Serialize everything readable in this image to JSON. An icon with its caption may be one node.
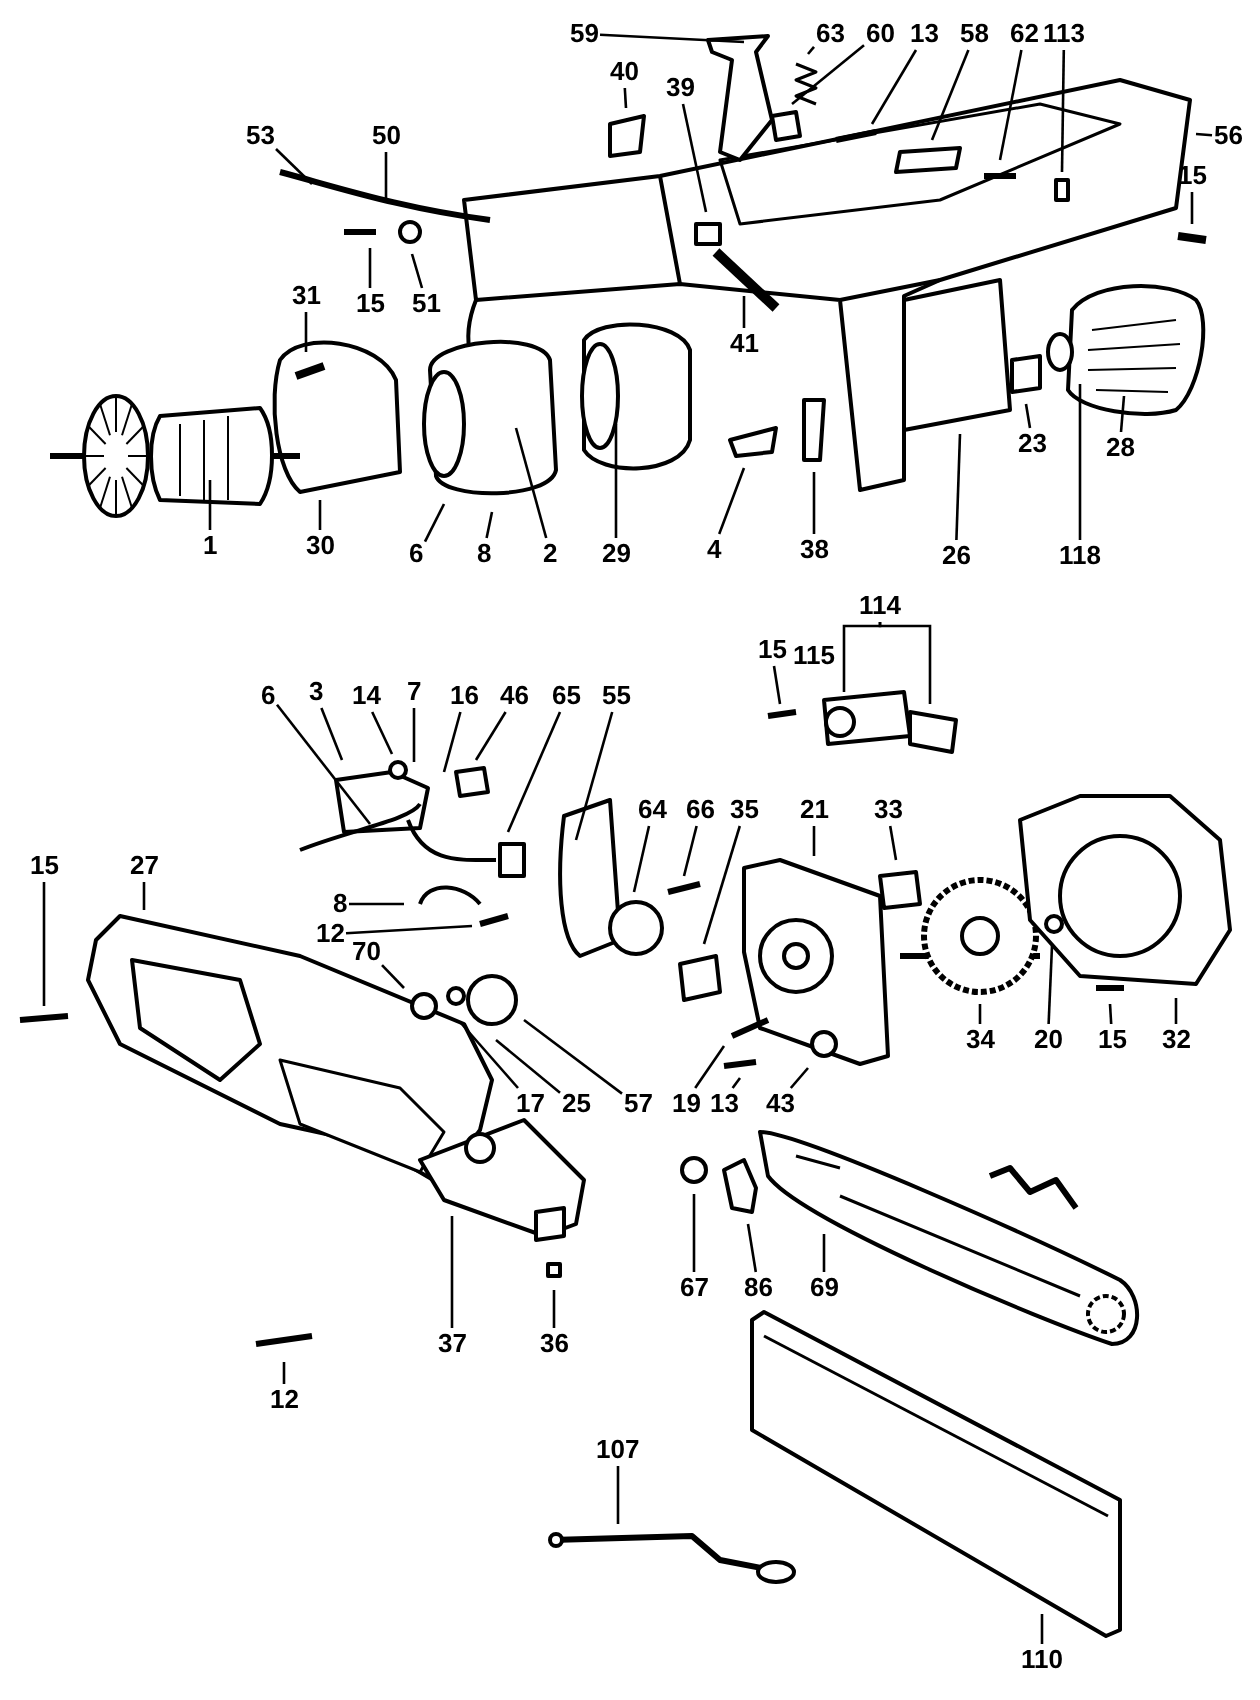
{
  "diagram": {
    "nodes": [
      {
        "text": [
          "59"
        ]
      },
      {
        "text": [
          "63"
        ]
      },
      {
        "text": [
          "60"
        ]
      },
      {
        "text": [
          "13"
        ]
      },
      {
        "text": [
          "58"
        ]
      },
      {
        "text": [
          "62"
        ]
      },
      {
        "text": [
          "113"
        ]
      },
      {
        "text": [
          "40"
        ]
      },
      {
        "text": [
          "39"
        ]
      },
      {
        "text": [
          "53"
        ]
      },
      {
        "text": [
          "50"
        ]
      },
      {
        "text": [
          "56"
        ]
      },
      {
        "text": [
          "15"
        ]
      },
      {
        "text": [
          "15"
        ]
      },
      {
        "text": [
          "51"
        ]
      },
      {
        "text": [
          "31"
        ]
      },
      {
        "text": [
          "41"
        ]
      },
      {
        "text": [
          "23"
        ]
      },
      {
        "text": [
          "28"
        ]
      },
      {
        "text": [
          "1"
        ]
      },
      {
        "text": [
          "30"
        ]
      },
      {
        "text": [
          "6"
        ]
      },
      {
        "text": [
          "8"
        ]
      },
      {
        "text": [
          "2"
        ]
      },
      {
        "text": [
          "29"
        ]
      },
      {
        "text": [
          "4"
        ]
      },
      {
        "text": [
          "38"
        ]
      },
      {
        "text": [
          "26"
        ]
      },
      {
        "text": [
          "118"
        ]
      },
      {
        "text": [
          "114"
        ]
      },
      {
        "text": [
          "15"
        ]
      },
      {
        "text": [
          "6"
        ]
      },
      {
        "text": [
          "3"
        ]
      },
      {
        "text": [
          "14"
        ]
      },
      {
        "text": [
          "7"
        ]
      },
      {
        "text": [
          "16"
        ]
      },
      {
        "text": [
          "46"
        ]
      },
      {
        "text": [
          "65"
        ]
      },
      {
        "text": [
          "55"
        ]
      },
      {
        "text": [
          "64"
        ]
      },
      {
        "text": [
          "66"
        ]
      },
      {
        "text": [
          "35"
        ]
      },
      {
        "text": [
          "21"
        ]
      },
      {
        "text": [
          "33"
        ]
      },
      {
        "text": [
          "15"
        ]
      },
      {
        "text": [
          "27"
        ]
      },
      {
        "text": [
          "8"
        ]
      },
      {
        "text": [
          "12"
        ]
      },
      {
        "text": [
          "70"
        ]
      },
      {
        "text": [
          "34"
        ]
      },
      {
        "text": [
          "20"
        ]
      },
      {
        "text": [
          "15"
        ]
      },
      {
        "text": [
          "32"
        ]
      },
      {
        "text": [
          "17"
        ]
      },
      {
        "text": [
          "25"
        ]
      },
      {
        "text": [
          "57"
        ]
      },
      {
        "text": [
          "19"
        ]
      },
      {
        "text": [
          "13"
        ]
      },
      {
        "text": [
          "43"
        ]
      },
      {
        "text": [
          "67"
        ]
      },
      {
        "text": [
          "86"
        ]
      },
      {
        "text": [
          "69"
        ]
      },
      {
        "text": [
          "37"
        ]
      },
      {
        "text": [
          "36"
        ]
      },
      {
        "text": [
          "12"
        ]
      },
      {
        "text": [
          "107"
        ]
      },
      {
        "text": [
          "110"
        ]
      }
    ],
    "edges": [
      {
        "from": 0,
        "to": null,
        "arrow": "none"
      },
      {
        "from": 1,
        "to": null,
        "arrow": "none"
      },
      {
        "from": 2,
        "to": null,
        "arrow": "none"
      },
      {
        "from": 3,
        "to": null,
        "arrow": "none"
      },
      {
        "from": 4,
        "to": null,
        "arrow": "none"
      },
      {
        "from": 5,
        "to": null,
        "arrow": "none"
      },
      {
        "from": 6,
        "to": null,
        "arrow": "none"
      },
      {
        "from": 7,
        "to": null,
        "arrow": "none"
      },
      {
        "from": 8,
        "to": null,
        "arrow": "none"
      },
      {
        "from": 9,
        "to": null,
        "arrow": "none"
      },
      {
        "from": 10,
        "to": null,
        "arrow": "none"
      },
      {
        "from": 11,
        "to": null,
        "arrow": "none"
      },
      {
        "from": 12,
        "to": null,
        "arrow": "none"
      },
      {
        "from": 13,
        "to": null,
        "arrow": "none"
      },
      {
        "from": 14,
        "to": null,
        "arrow": "none"
      },
      {
        "from": 15,
        "to": null,
        "arrow": "none"
      },
      {
        "from": 16,
        "to": null,
        "arrow": "none"
      },
      {
        "from": 17,
        "to": null,
        "arrow": "none"
      },
      {
        "from": 18,
        "to": null,
        "arrow": "none"
      },
      {
        "from": 19,
        "to": null,
        "arrow": "none"
      },
      {
        "from": 20,
        "to": null,
        "arrow": "none"
      },
      {
        "from": 21,
        "to": null,
        "arrow": "none"
      },
      {
        "from": 22,
        "to": null,
        "arrow": "none"
      },
      {
        "from": 23,
        "to": null,
        "arrow": "none"
      },
      {
        "from": 24,
        "to": null,
        "arrow": "none"
      },
      {
        "from": 25,
        "to": null,
        "arrow": "none"
      },
      {
        "from": 26,
        "to": null,
        "arrow": "none"
      },
      {
        "from": 27,
        "to": null,
        "arrow": "none"
      },
      {
        "from": 28,
        "to": null,
        "arrow": "none"
      },
      {
        "from": 29,
        "to": null,
        "arrow": "none"
      },
      {
        "from": 29,
        "to": null,
        "arrow": "none"
      },
      {
        "from": 30,
        "to": null,
        "arrow": "none"
      },
      {
        "from": 31,
        "to": null,
        "arrow": "none"
      },
      {
        "from": 32,
        "to": null,
        "arrow": "none"
      },
      {
        "from": 33,
        "to": null,
        "arrow": "none"
      },
      {
        "from": 34,
        "to": null,
        "arrow": "none"
      },
      {
        "from": 35,
        "to": null,
        "arrow": "none"
      },
      {
        "from": 36,
        "to": null,
        "arrow": "none"
      },
      {
        "from": 37,
        "to": null,
        "arrow": "none"
      },
      {
        "from": 38,
        "to": null,
        "arrow": "none"
      },
      {
        "from": 39,
        "to": null,
        "arrow": "none"
      },
      {
        "from": 40,
        "to": null,
        "arrow": "none"
      },
      {
        "from": 41,
        "to": null,
        "arrow": "none"
      },
      {
        "from": 42,
        "to": null,
        "arrow": "none"
      },
      {
        "from": 43,
        "to": null,
        "arrow": "none"
      },
      {
        "from": 44,
        "to": null,
        "arrow": "none"
      },
      {
        "from": 45,
        "to": null,
        "arrow": "none"
      },
      {
        "from": 46,
        "to": null,
        "arrow": "none"
      },
      {
        "from": 47,
        "to": null,
        "arrow": "none"
      },
      {
        "from": 48,
        "to": null,
        "arrow": "none"
      },
      {
        "from": 49,
        "to": null,
        "arrow": "none"
      },
      {
        "from": 50,
        "to": null,
        "arrow": "none"
      },
      {
        "from": 51,
        "to": null,
        "arrow": "none"
      },
      {
        "from": 52,
        "to": null,
        "arrow": "none"
      },
      {
        "from": 53,
        "to": null,
        "arrow": "none"
      },
      {
        "from": 54,
        "to": null,
        "arrow": "none"
      },
      {
        "from": 55,
        "to": null,
        "arrow": "none"
      },
      {
        "from": 56,
        "to": null,
        "arrow": "none"
      },
      {
        "from": 57,
        "to": null,
        "arrow": "none"
      },
      {
        "from": 58,
        "to": null,
        "arrow": "none"
      },
      {
        "from": 59,
        "to": null,
        "arrow": "none"
      },
      {
        "from": 60,
        "to": null,
        "arrow": "none"
      },
      {
        "from": 61,
        "to": null,
        "arrow": "none"
      },
      {
        "from": 62,
        "to": null,
        "arrow": "none"
      },
      {
        "from": 63,
        "to": null,
        "arrow": "none"
      },
      {
        "from": 64,
        "to": null,
        "arrow": "none"
      },
      {
        "from": 65,
        "to": null,
        "arrow": "none"
      },
      {
        "from": 66,
        "to": null,
        "arrow": "none"
      }
    ],
    "labels": [
      "115"
    ]
  }
}
